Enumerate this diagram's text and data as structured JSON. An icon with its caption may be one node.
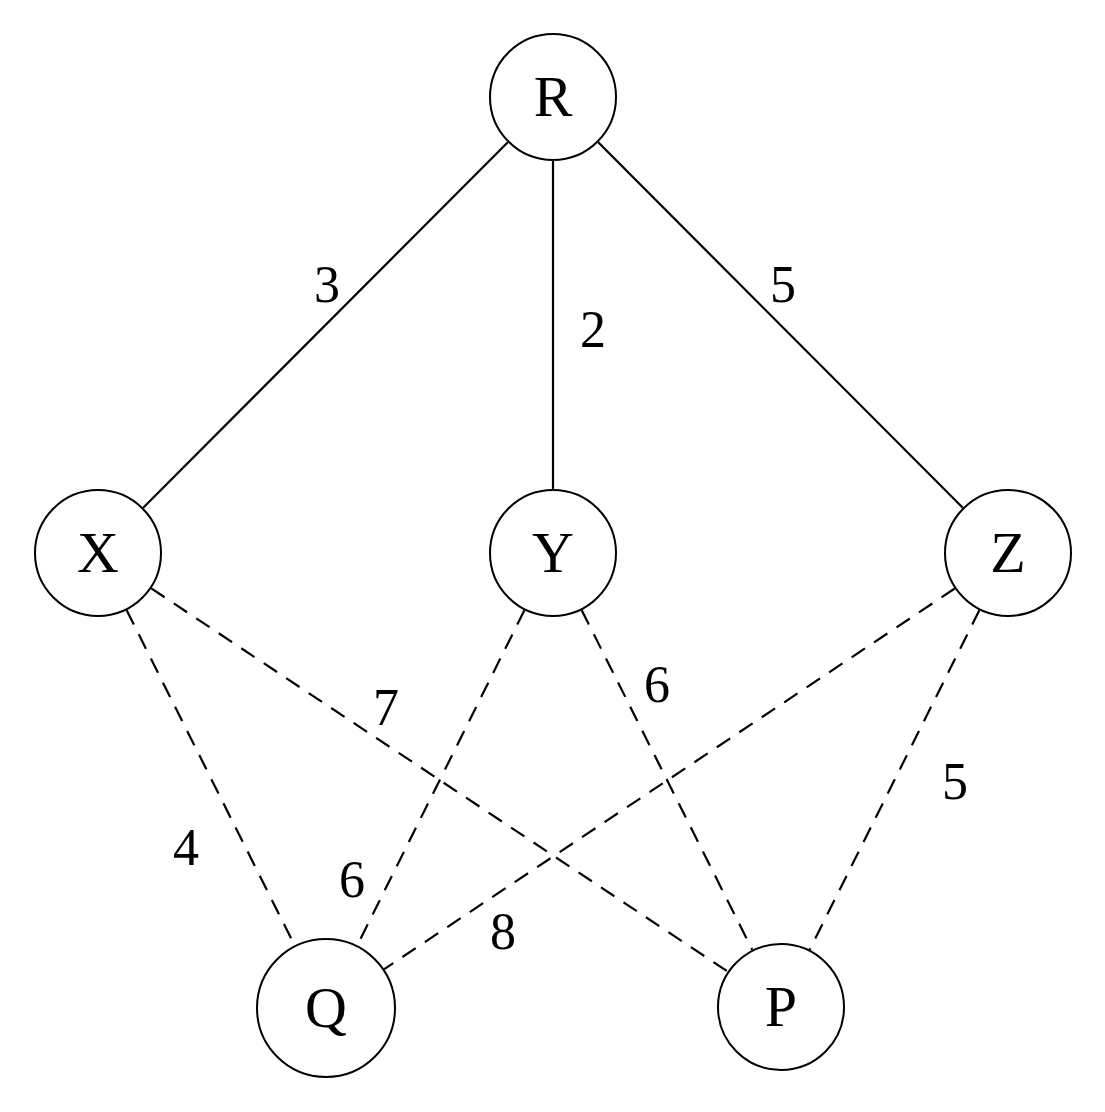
{
  "diagram": {
    "nodes": [
      {
        "text": [
          "R"
        ]
      },
      {
        "text": [
          "X"
        ]
      },
      {
        "text": [
          "Y"
        ]
      },
      {
        "text": [
          "Z"
        ]
      },
      {
        "text": [
          "Q"
        ]
      },
      {
        "text": [
          "P"
        ]
      }
    ],
    "edges": [
      {
        "from": 0,
        "to": 1,
        "arrow": "none",
        "label": "3"
      },
      {
        "from": 0,
        "to": 2,
        "arrow": "none",
        "label": "2"
      },
      {
        "from": 0,
        "to": 3,
        "arrow": "none",
        "label": "5"
      },
      {
        "from": 1,
        "to": 4,
        "arrow": "none",
        "label": "4",
        "style": "dashed"
      },
      {
        "from": 1,
        "to": 5,
        "arrow": "none",
        "label": "7",
        "style": "dashed"
      },
      {
        "from": 2,
        "to": 4,
        "arrow": "none",
        "label": "6",
        "style": "dashed"
      },
      {
        "from": 2,
        "to": 5,
        "arrow": "none",
        "label": "6",
        "style": "dashed"
      },
      {
        "from": 3,
        "to": 4,
        "arrow": "none",
        "label": "8",
        "style": "dashed"
      },
      {
        "from": 3,
        "to": 5,
        "arrow": "none",
        "label": "5",
        "style": "dashed"
      }
    ]
  }
}
